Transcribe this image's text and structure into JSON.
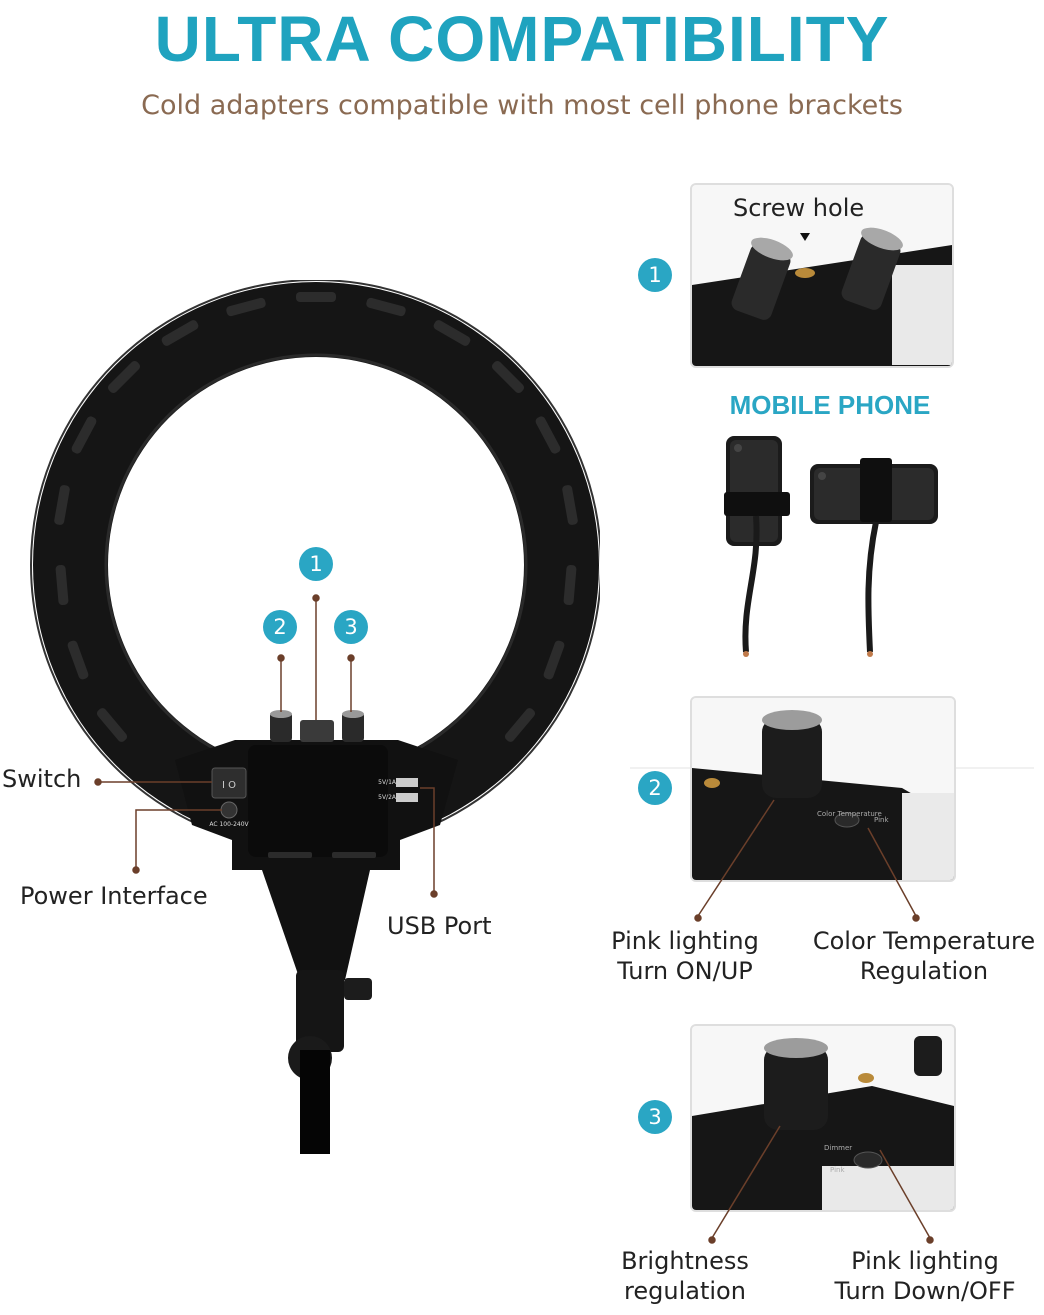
{
  "header": {
    "title": "ULTRA COMPATIBILITY",
    "subtitle": "Cold adapters compatible with most cell phone brackets"
  },
  "ring": {
    "badges": [
      "1",
      "2",
      "3"
    ],
    "labels": {
      "switch": "Switch",
      "power": "Power Interface",
      "usb": "USB Port"
    },
    "usb_ratings": [
      "5V/1A",
      "5V/2A"
    ],
    "ac_rating": "AC 100-240V"
  },
  "panel1": {
    "badge": "1",
    "caption": "Screw hole"
  },
  "mobile": {
    "heading": "MOBILE PHONE"
  },
  "panel2": {
    "badge": "2",
    "left_label_1": "Pink lighting",
    "left_label_2": "Turn ON/UP",
    "right_label_1": "Color Temperature",
    "right_label_2": "Regulation",
    "knob_text": "Color Temperature",
    "button_text": "Pink"
  },
  "panel3": {
    "badge": "3",
    "left_label_1": "Brightness",
    "left_label_2": "regulation",
    "right_label_1": "Pink lighting",
    "right_label_2": "Turn Down/OFF",
    "knob_text": "Dimmer",
    "button_text": "Pink"
  },
  "colors": {
    "accent": "#2aa6c4",
    "title": "#1fa3bf",
    "subtitle": "#8a6a52",
    "leader": "#6b3f2a"
  }
}
